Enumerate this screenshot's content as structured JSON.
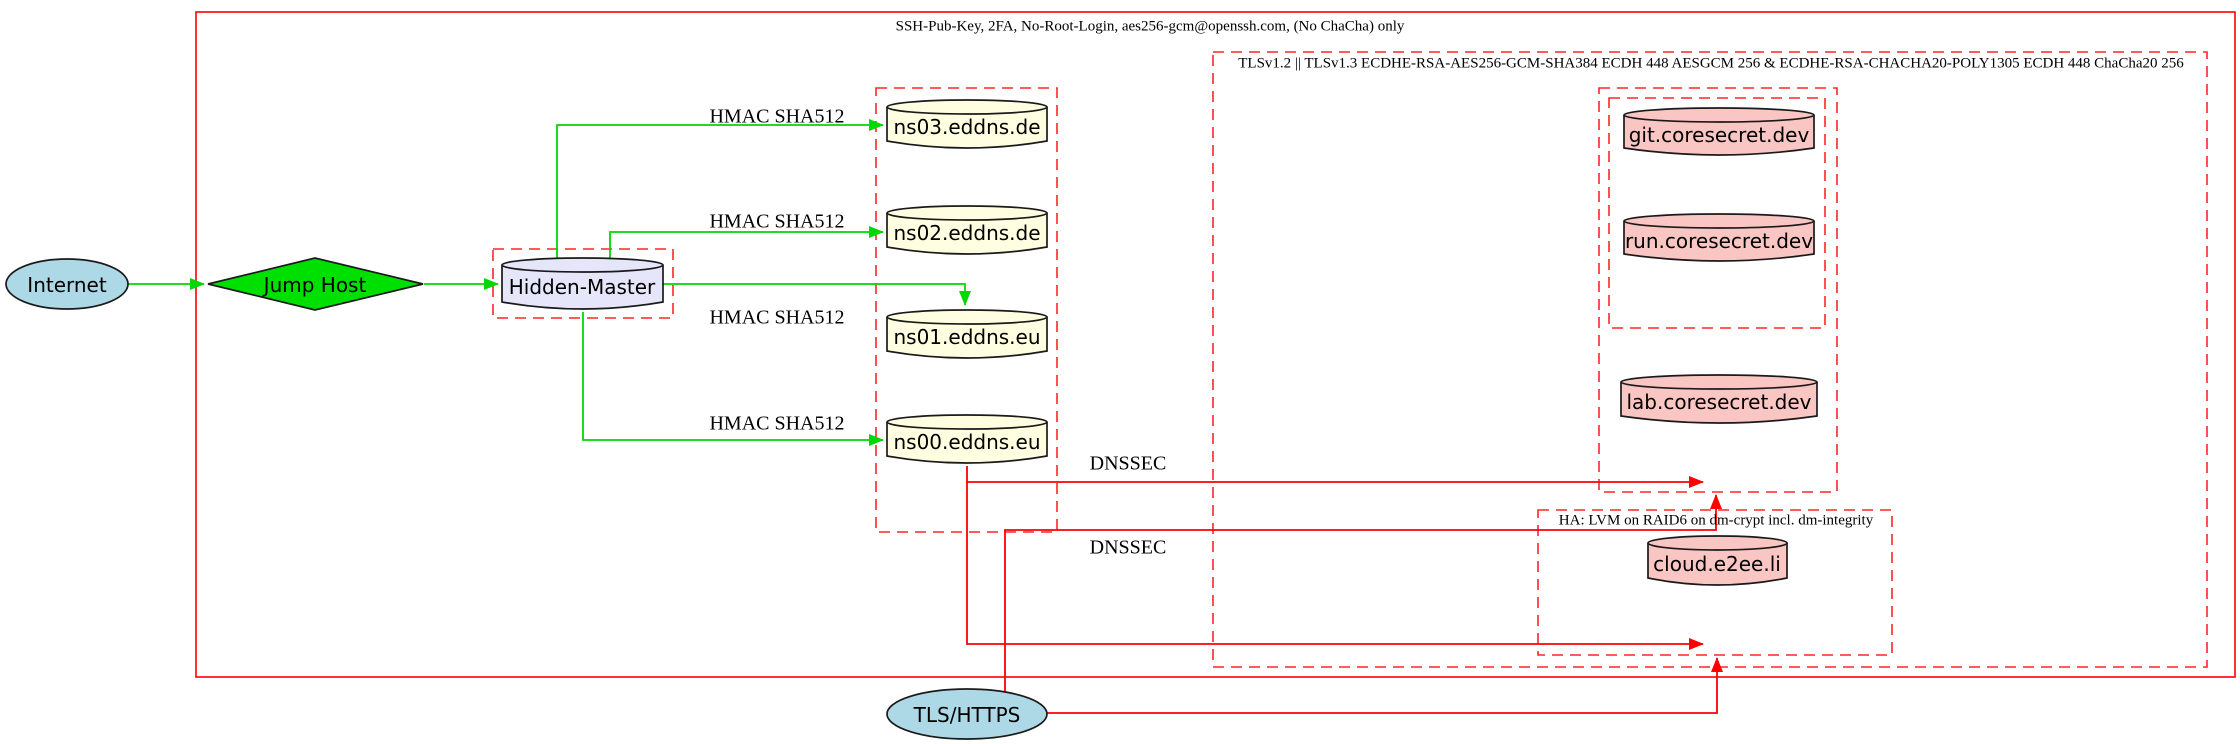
{
  "diagram": {
    "clusters": {
      "ssh": {
        "label": "SSH-Pub-Key, 2FA, No-Root-Login, aes256-gcm@openssh.com, (No ChaCha) only",
        "border": "solid red"
      },
      "tls": {
        "label": "TLSv1.2 || TLSv1.3 ECDHE-RSA-AES256-GCM-SHA384 ECDH 448 AESGCM 256 & ECDHE-RSA-CHACHA20-POLY1305 ECDH 448 ChaCha20 256",
        "border": "dashed red"
      },
      "ha": {
        "label": "HA: LVM on RAID6 on dm-crypt incl. dm-integrity",
        "border": "dashed red"
      },
      "dns_servers": {
        "label": "",
        "border": "dashed red"
      },
      "hidden_master_box": {
        "label": "",
        "border": "dashed red"
      },
      "coresecret_outer": {
        "label": "",
        "border": "dashed red"
      },
      "coresecret_inner": {
        "label": "",
        "border": "dashed red"
      }
    },
    "nodes": {
      "internet": {
        "label": "Internet",
        "shape": "ellipse",
        "fill": "#add8e6"
      },
      "jump_host": {
        "label": "Jump Host",
        "shape": "diamond",
        "fill": "#00e000"
      },
      "hidden_master": {
        "label": "Hidden-Master",
        "shape": "cylinder",
        "fill": "#e6e6fa"
      },
      "ns03": {
        "label": "ns03.eddns.de",
        "shape": "cylinder",
        "fill": "#fffee0"
      },
      "ns02": {
        "label": "ns02.eddns.de",
        "shape": "cylinder",
        "fill": "#fffee0"
      },
      "ns01": {
        "label": "ns01.eddns.eu",
        "shape": "cylinder",
        "fill": "#fffee0"
      },
      "ns00": {
        "label": "ns00.eddns.eu",
        "shape": "cylinder",
        "fill": "#fffee0"
      },
      "git": {
        "label": "git.coresecret.dev",
        "shape": "cylinder",
        "fill": "#fac6c3"
      },
      "run": {
        "label": "run.coresecret.dev",
        "shape": "cylinder",
        "fill": "#fac6c3"
      },
      "lab": {
        "label": "lab.coresecret.dev",
        "shape": "cylinder",
        "fill": "#fac6c3"
      },
      "cloud": {
        "label": "cloud.e2ee.li",
        "shape": "cylinder",
        "fill": "#fac6c3"
      },
      "tls_https": {
        "label": "TLS/HTTPS",
        "shape": "ellipse",
        "fill": "#add8e6"
      }
    },
    "edge_labels": {
      "hmac": [
        "HMAC SHA512",
        "HMAC SHA512",
        "HMAC SHA512",
        "HMAC SHA512"
      ],
      "dnssec": [
        "DNSSEC",
        "DNSSEC"
      ]
    },
    "colors": {
      "secure_link_green": "#00d800",
      "tls_link_red": "#ff0000",
      "cluster_border_red": "#ff2626",
      "node_stroke": "#1a1a1a"
    }
  }
}
